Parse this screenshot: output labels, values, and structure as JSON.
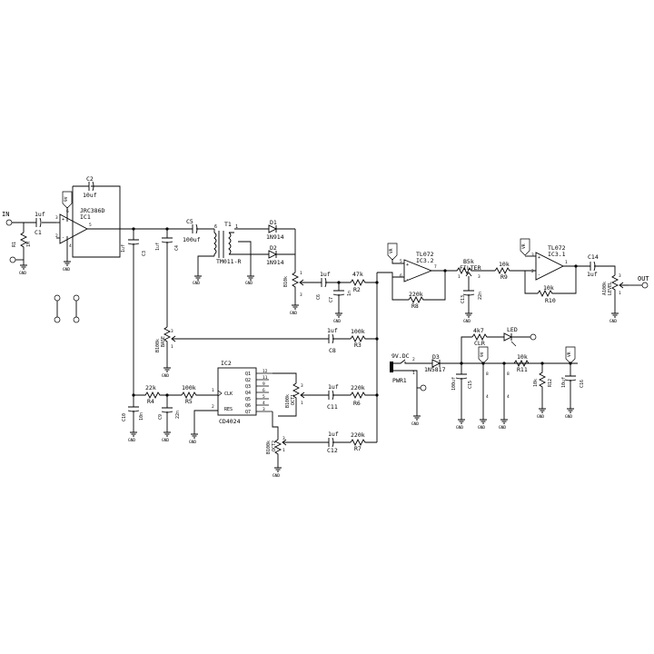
{
  "io": {
    "input": "IN",
    "output": "OUT"
  },
  "c1": {
    "ref": "C1",
    "value": "1uf"
  },
  "r1": {
    "ref": "R1",
    "value": "1M"
  },
  "c2": {
    "ref": "C2",
    "value": "10uf"
  },
  "ic1": {
    "ref": "IC1",
    "part": "JRC386D"
  },
  "c3": {
    "ref": "C3",
    "value": "1uf"
  },
  "c4": {
    "ref": "C4",
    "value": "1uf"
  },
  "c5": {
    "ref": "C5",
    "value": "100uf"
  },
  "t1": {
    "ref": "T1",
    "part": "TM011-R"
  },
  "d1": {
    "ref": "D1",
    "part": "1N914"
  },
  "d2": {
    "ref": "D2",
    "part": "1N914"
  },
  "vr_b10k": {
    "value": "B10k"
  },
  "c6": {
    "ref": "C6",
    "value": "1uf"
  },
  "c7": {
    "ref": "C7",
    "value": "1n"
  },
  "r2": {
    "ref": "R2",
    "value": "47k"
  },
  "ic3b": {
    "ref": "IC3.2",
    "part": "TL072"
  },
  "r8": {
    "ref": "R8",
    "value": "220k"
  },
  "filter": {
    "label": "FILTER",
    "value": "B5k"
  },
  "c13": {
    "ref": "C13",
    "value": "22n"
  },
  "r9": {
    "ref": "R9",
    "value": "10k"
  },
  "ic3a": {
    "ref": "IC3.1",
    "part": "TL072"
  },
  "r10": {
    "ref": "R10",
    "value": "10k"
  },
  "c14": {
    "ref": "C14",
    "value": "1uf"
  },
  "level": {
    "label": "LEVEL",
    "value": "A100k"
  },
  "base": {
    "label": "BASE",
    "value": "B100k"
  },
  "c8": {
    "ref": "C8",
    "value": "1uf"
  },
  "r3": {
    "ref": "R3",
    "value": "100k"
  },
  "ic2": {
    "ref": "IC2",
    "part": "CD4024",
    "clk": "CLK",
    "res": "RES",
    "outputs": [
      "Q1",
      "Q2",
      "Q3",
      "Q4",
      "Q5",
      "Q6",
      "Q7"
    ],
    "pins_out": [
      "12",
      "11",
      "9",
      "6",
      "5",
      "4",
      "3"
    ],
    "pin_clk": "1",
    "pin_res": "2"
  },
  "r4": {
    "ref": "R4",
    "value": "22k"
  },
  "r5": {
    "ref": "R5",
    "value": "100k"
  },
  "c10": {
    "ref": "C10",
    "value": "10n"
  },
  "c9": {
    "ref": "C9",
    "value": "22n"
  },
  "oct1": {
    "label": "OCT1",
    "value": "B100k"
  },
  "oct2": {
    "label": "OCT2",
    "value": "B100k"
  },
  "c11": {
    "ref": "C11",
    "value": "1uf"
  },
  "r6": {
    "ref": "R6",
    "value": "220k"
  },
  "c12": {
    "ref": "C12",
    "value": "1uf"
  },
  "r7": {
    "ref": "R7",
    "value": "220k"
  },
  "power": {
    "label": "9V.DC",
    "ref": "PWR1",
    "pin1": "1",
    "pin2": "2"
  },
  "d3": {
    "ref": "D3",
    "part": "1N5817"
  },
  "c15": {
    "ref": "C15",
    "value": "100uf"
  },
  "r_led": {
    "ref": "CLR",
    "value": "4k7"
  },
  "led": {
    "label": "LED"
  },
  "r11": {
    "ref": "R11",
    "value": "10k"
  },
  "r12": {
    "ref": "R12",
    "value": "10k"
  },
  "c16": {
    "ref": "C16",
    "value": "10uf"
  },
  "pins": {
    "p1": "1",
    "p2": "2",
    "p3": "3",
    "p4": "4",
    "p5": "5",
    "p6": "6",
    "p7": "7",
    "p8": "8"
  },
  "gnd": "GND",
  "rails": {
    "vcc": "9V",
    "vr": "VR"
  }
}
